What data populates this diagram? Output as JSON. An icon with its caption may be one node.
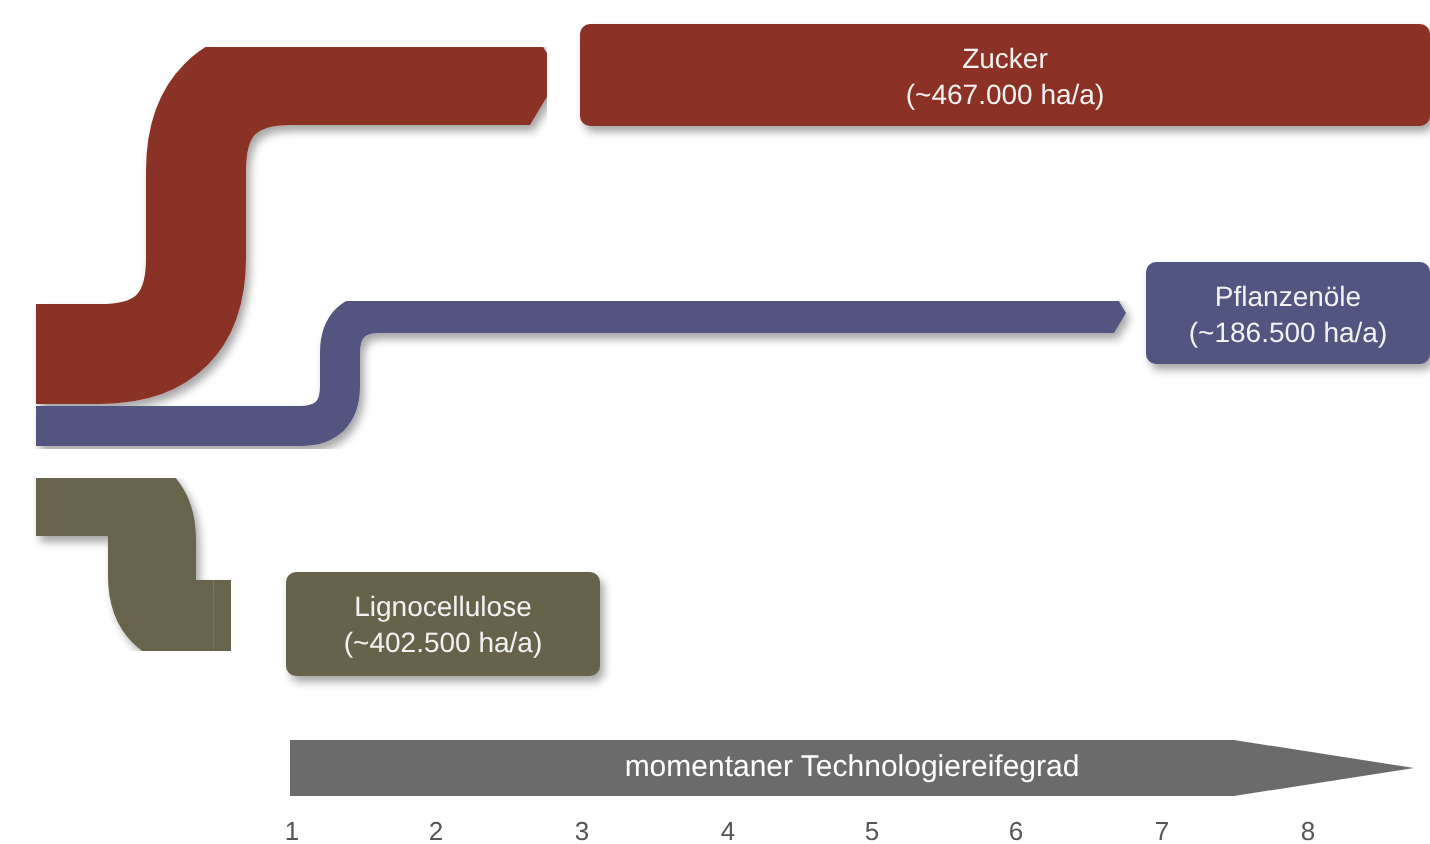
{
  "diagram": {
    "nodes": [
      {
        "text": [
          "Zucker",
          "(~467.000 ha/a)"
        ]
      },
      {
        "text": [
          "Pflanzenöle",
          "(~186.500 ha/a)"
        ]
      },
      {
        "text": [
          "Lignocellulose",
          "(~402.500 ha/a)"
        ]
      },
      {
        "text": [
          "momentaner Technologiereifegrad"
        ]
      }
    ],
    "edges": [
      {
        "from": null,
        "to": 0,
        "arrow": "to",
        "color": "#8b3126"
      },
      {
        "from": null,
        "to": 1,
        "arrow": "to",
        "color": "#525580"
      },
      {
        "from": null,
        "to": 2,
        "arrow": "to",
        "color": "#67634b"
      }
    ],
    "labels": [
      "1",
      "2",
      "3",
      "4",
      "5",
      "6",
      "7",
      "8"
    ]
  }
}
